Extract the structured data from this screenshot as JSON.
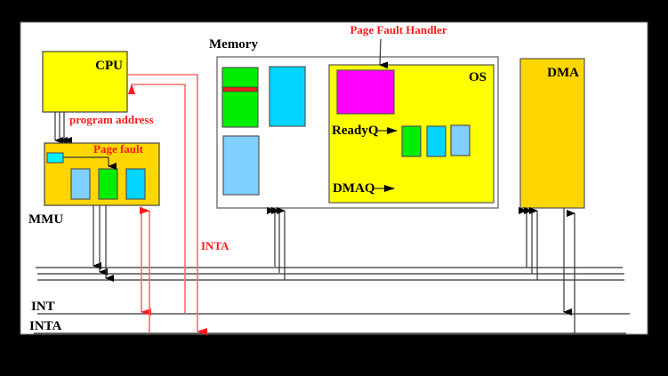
{
  "diagram": {
    "components": {
      "cpu": {
        "label": "CPU"
      },
      "mmu": {
        "label": "MMU"
      },
      "memory": {
        "label": "Memory"
      },
      "os": {
        "label": "OS"
      },
      "dma": {
        "label": "DMA"
      }
    },
    "annotations": {
      "program_address": "program address",
      "page_fault": "Page fault",
      "page_fault_handler": "Page Fault Handler",
      "ready_q": "ReadyQ",
      "dma_q": "DMAQ",
      "inta_signal": "INTA"
    },
    "bus_lines": {
      "int": "INT",
      "inta": "INTA"
    },
    "colors": {
      "background": "#000000",
      "canvas": "#ffffff",
      "cpu": "#ffff00",
      "mmu": "#ffd700",
      "os": "#ffff00",
      "dma": "#ffd700",
      "handler": "#ff00ff",
      "green_block": "#00ee00",
      "cyan_block": "#00d5ff",
      "light_blue_block": "#80d0ff",
      "red_accent": "#ff1a1a"
    }
  }
}
